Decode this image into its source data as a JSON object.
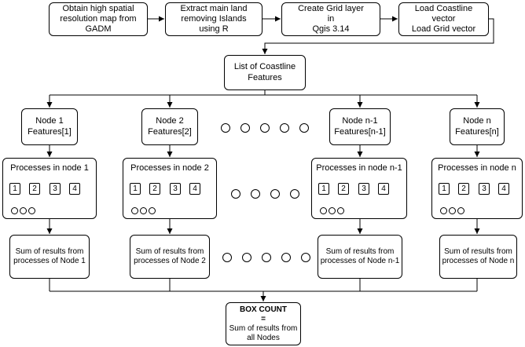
{
  "top_steps": [
    [
      "Obtain high spatial",
      "resolution map from",
      "GADM"
    ],
    [
      "Extract main land",
      "removing Islands",
      "using R"
    ],
    [
      "Create Grid layer",
      "in",
      "Qgis 3.14"
    ],
    [
      "Load Coastline",
      "vector",
      "Load Grid vector"
    ]
  ],
  "list_box": [
    "List of Coastline",
    "Features"
  ],
  "nodes": [
    {
      "node_lines": [
        "Node 1",
        "Features[1]"
      ],
      "processes_title": "Processes in node 1",
      "sum_lines": [
        "Sum of results from",
        "processes of Node 1"
      ]
    },
    {
      "node_lines": [
        "Node 2",
        "Features[2]"
      ],
      "processes_title": "Processes in node 2",
      "sum_lines": [
        "Sum of results from",
        "processes of Node 2"
      ]
    },
    {
      "node_lines": [
        "Node n-1",
        "Features[n-1]"
      ],
      "processes_title": "Processes in node n-1",
      "sum_lines": [
        "Sum of results from",
        "processes of Node n-1"
      ]
    },
    {
      "node_lines": [
        "Node n",
        "Features[n]"
      ],
      "processes_title": "Processes in node n",
      "sum_lines": [
        "Sum of results from",
        "processes of Node n"
      ]
    }
  ],
  "process_numbers": [
    "1",
    "2",
    "3",
    "4"
  ],
  "box_count": {
    "title": "BOX COUNT",
    "equals": "=",
    "lines": [
      "Sum of results from",
      "all Nodes"
    ]
  }
}
